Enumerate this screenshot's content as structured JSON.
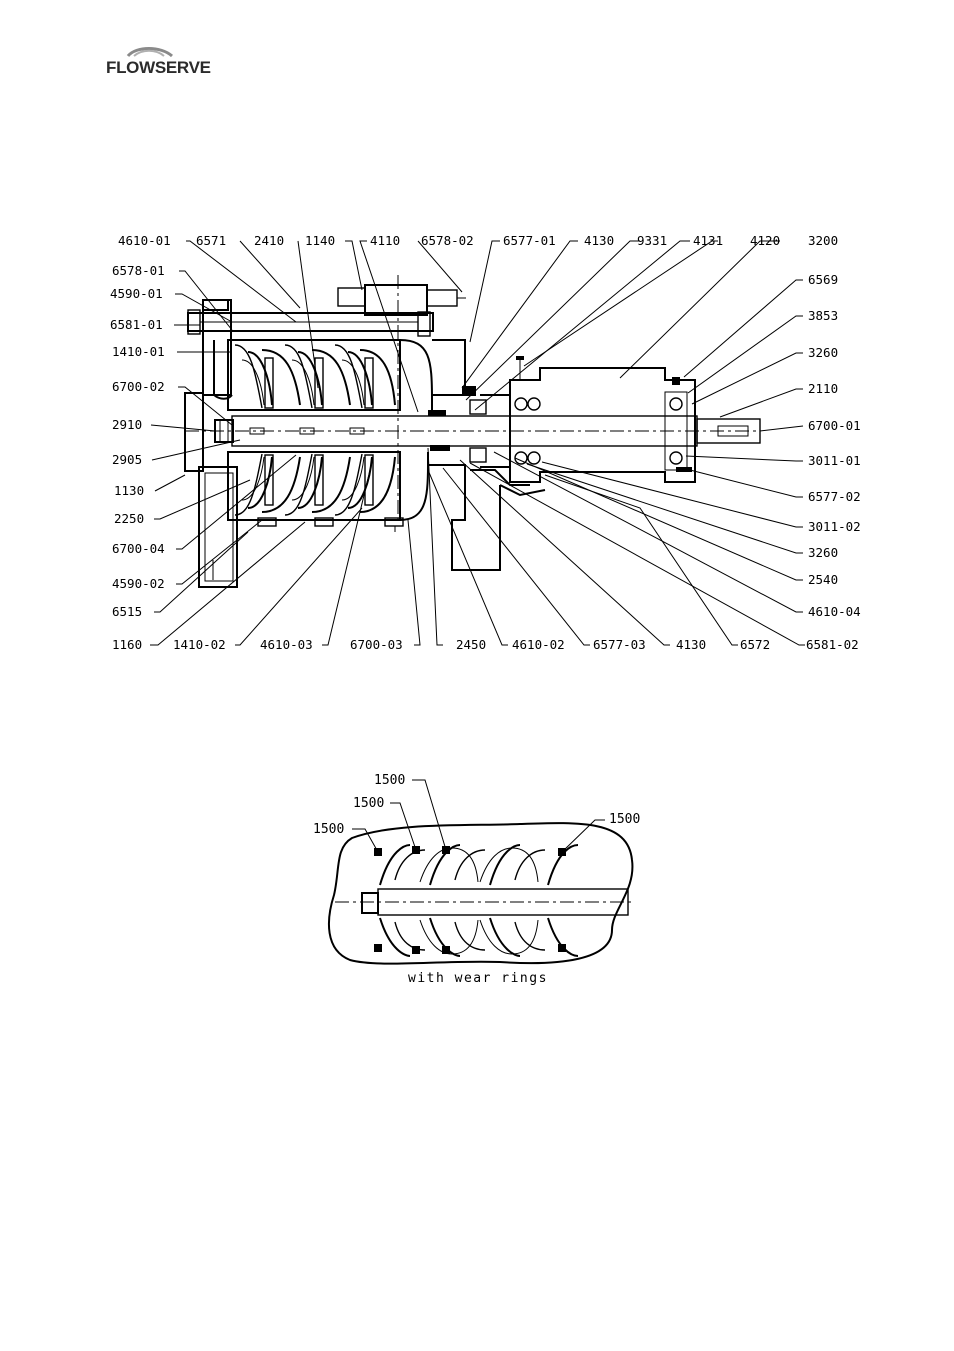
{
  "logo": {
    "text": "FLOWSERVE"
  },
  "main_drawing": {
    "labels": [
      {
        "id": "l1",
        "text": "4610-01"
      },
      {
        "id": "l2",
        "text": "6571"
      },
      {
        "id": "l3",
        "text": "2410"
      },
      {
        "id": "l4",
        "text": "1140"
      },
      {
        "id": "l5",
        "text": "4110"
      },
      {
        "id": "l6",
        "text": "6578-02"
      },
      {
        "id": "l7",
        "text": "6577-01"
      },
      {
        "id": "l8",
        "text": "4130"
      },
      {
        "id": "l9",
        "text": "9331"
      },
      {
        "id": "l10",
        "text": "4131"
      },
      {
        "id": "l11",
        "text": "4120"
      },
      {
        "id": "l12",
        "text": "3200"
      },
      {
        "id": "l13",
        "text": "6578-01"
      },
      {
        "id": "l14",
        "text": "4590-01"
      },
      {
        "id": "l15",
        "text": "6581-01"
      },
      {
        "id": "l16",
        "text": "1410-01"
      },
      {
        "id": "l17",
        "text": "6700-02"
      },
      {
        "id": "l18",
        "text": "2910"
      },
      {
        "id": "l19",
        "text": "2905"
      },
      {
        "id": "l20",
        "text": "1130"
      },
      {
        "id": "l21",
        "text": "2250"
      },
      {
        "id": "l22",
        "text": "6700-04"
      },
      {
        "id": "l23",
        "text": "4590-02"
      },
      {
        "id": "l24",
        "text": "6515"
      },
      {
        "id": "l25",
        "text": "1160"
      },
      {
        "id": "l26",
        "text": "1410-02"
      },
      {
        "id": "l27",
        "text": "4610-03"
      },
      {
        "id": "l28",
        "text": "6700-03"
      },
      {
        "id": "l29",
        "text": "2450"
      },
      {
        "id": "l30",
        "text": "4610-02"
      },
      {
        "id": "l31",
        "text": "6577-03"
      },
      {
        "id": "l32",
        "text": "4130"
      },
      {
        "id": "l33",
        "text": "6572"
      },
      {
        "id": "l34",
        "text": "6581-02"
      },
      {
        "id": "l35",
        "text": "6569"
      },
      {
        "id": "l36",
        "text": "3853"
      },
      {
        "id": "l37",
        "text": "3260"
      },
      {
        "id": "l38",
        "text": "2110"
      },
      {
        "id": "l39",
        "text": "6700-01"
      },
      {
        "id": "l40",
        "text": "3011-01"
      },
      {
        "id": "l41",
        "text": "6577-02"
      },
      {
        "id": "l42",
        "text": "3011-02"
      },
      {
        "id": "l43",
        "text": "3260"
      },
      {
        "id": "l44",
        "text": "2540"
      },
      {
        "id": "l45",
        "text": "4610-04"
      }
    ]
  },
  "detail_drawing": {
    "labels": [
      {
        "id": "d1",
        "text": "1500"
      },
      {
        "id": "d2",
        "text": "1500"
      },
      {
        "id": "d3",
        "text": "1500"
      },
      {
        "id": "d4",
        "text": "1500"
      }
    ],
    "caption": "with wear rings"
  }
}
